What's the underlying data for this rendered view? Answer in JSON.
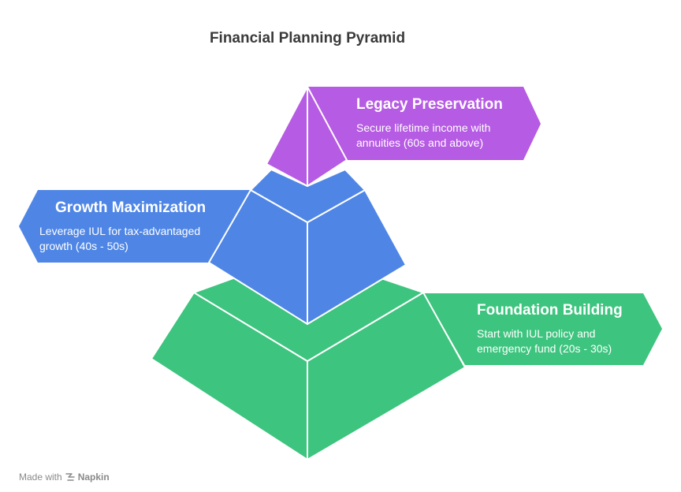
{
  "title": "Financial Planning Pyramid",
  "levels": [
    {
      "name": "Legacy Preservation",
      "description": "Secure lifetime income with annuities (60s and above)",
      "color": "#B65BE3"
    },
    {
      "name": "Growth Maximization",
      "description": "Leverage IUL for tax-advantaged growth (40s - 50s)",
      "color": "#4F86E6"
    },
    {
      "name": "Foundation Building",
      "description": "Start with IUL policy and emergency fund (20s - 30s)",
      "color": "#3DC47E"
    }
  ],
  "footer": {
    "prefix": "Made with",
    "brand": "Napkin",
    "icon": "napkin-logo-icon"
  }
}
